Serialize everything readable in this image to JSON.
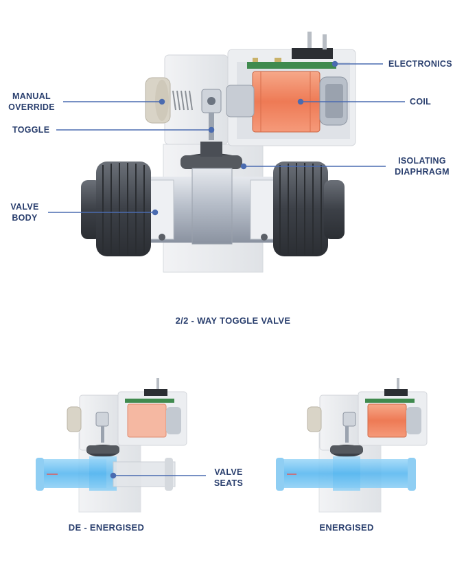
{
  "main_labels": {
    "manual_override_1": "MANUAL",
    "manual_override_2": "OVERRIDE",
    "toggle": "TOGGLE",
    "valve_body_1": "VALVE",
    "valve_body_2": "BODY",
    "electronics": "ELECTRONICS",
    "coil": "COIL",
    "isolating_1": "ISOLATING",
    "isolating_2": "DIAPHRAGM"
  },
  "title": "2/2 - WAY TOGGLE VALVE",
  "bottom": {
    "valve_seats_1": "VALVE",
    "valve_seats_2": "SEATS",
    "de_energised": "DE - ENERGISED",
    "energised": "ENERGISED"
  },
  "colors": {
    "label_text": "#2a3f6e",
    "leader_line": "#4a6bb0",
    "coil": "#f08a6a",
    "flow": "#5ab8f0",
    "union_nut": "#4a4e55"
  }
}
